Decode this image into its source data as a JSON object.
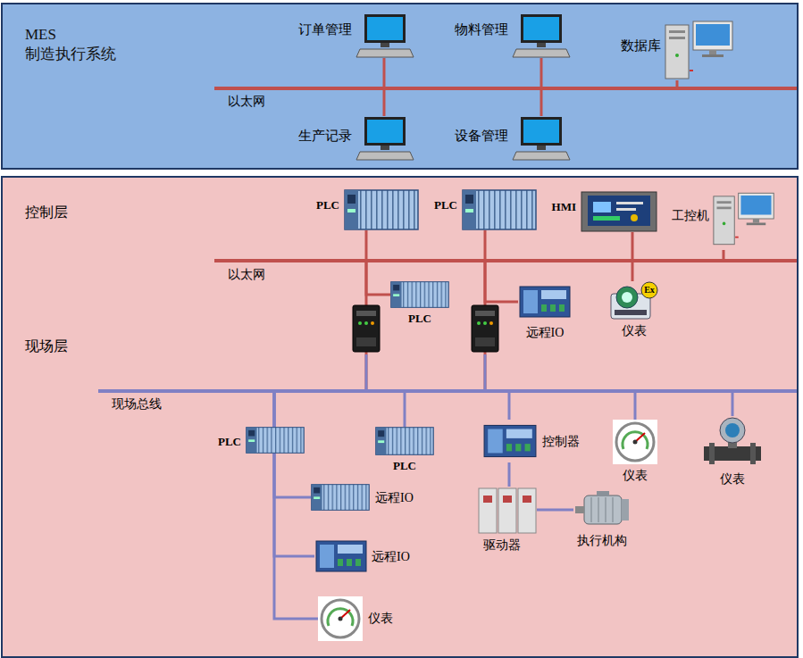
{
  "diagram": {
    "nodes": [
      {
        "text": [
          "MES 制造执行系统"
        ]
      },
      {
        "text": [
          "订单管理"
        ],
        "in": 0
      },
      {
        "text": [
          "物料管理"
        ],
        "in": 0
      },
      {
        "text": [
          "数据库"
        ],
        "in": 0
      },
      {
        "text": [
          "以太网"
        ],
        "in": 0
      },
      {
        "text": [
          "生产记录"
        ],
        "in": 0
      },
      {
        "text": [
          "设备管理"
        ],
        "in": 0
      },
      {
        "text": [
          "控制层",
          "现场层"
        ]
      },
      {
        "text": [
          "PLC"
        ],
        "in": 7
      },
      {
        "text": [
          "PLC"
        ],
        "in": 7
      },
      {
        "text": [
          "HMI"
        ],
        "in": 7
      },
      {
        "text": [
          "工控机"
        ],
        "in": 7
      },
      {
        "text": [
          "以太网"
        ],
        "in": 7
      },
      {
        "text": [
          "PLC"
        ],
        "in": 7
      },
      {
        "text": [
          "远程IO"
        ],
        "in": 7
      },
      {
        "text": [
          "仪表"
        ],
        "in": 7
      },
      {
        "text": [
          "现场总线"
        ],
        "in": 7
      },
      {
        "text": [
          "PLC"
        ],
        "in": 7
      },
      {
        "text": [
          "远程IO"
        ],
        "in": 7
      },
      {
        "text": [
          "远程IO"
        ],
        "in": 7
      },
      {
        "text": [
          "仪表"
        ],
        "in": 7
      },
      {
        "text": [
          "PLC"
        ],
        "in": 7
      },
      {
        "text": [
          "控制器"
        ],
        "in": 7
      },
      {
        "text": [
          "驱动器"
        ],
        "in": 7
      },
      {
        "text": [
          "执行机构"
        ],
        "in": 7
      },
      {
        "text": [
          "仪表"
        ],
        "in": 7
      },
      {
        "text": [
          "仪表"
        ],
        "in": 7
      }
    ],
    "edges": [
      {
        "from": 1,
        "to": 4,
        "arrow": "none"
      },
      {
        "from": 2,
        "to": 4,
        "arrow": "none"
      },
      {
        "from": 3,
        "to": 4,
        "arrow": "none"
      },
      {
        "from": 4,
        "to": 5,
        "arrow": "none"
      },
      {
        "from": 4,
        "to": 6,
        "arrow": "none"
      },
      {
        "from": 8,
        "to": 12,
        "arrow": "none"
      },
      {
        "from": 9,
        "to": 12,
        "arrow": "none"
      },
      {
        "from": 10,
        "to": 12,
        "arrow": "none"
      },
      {
        "from": 11,
        "to": 12,
        "arrow": "none"
      },
      {
        "from": 12,
        "to": 13,
        "arrow": "none"
      },
      {
        "from": 12,
        "to": 14,
        "arrow": "none"
      },
      {
        "from": 12,
        "to": 15,
        "arrow": "none"
      },
      {
        "from": 12,
        "to": 16,
        "arrow": "none"
      },
      {
        "from": 12,
        "to": 16,
        "arrow": "none"
      },
      {
        "from": 16,
        "to": 17,
        "arrow": "none"
      },
      {
        "from": 16,
        "to": 18,
        "arrow": "none"
      },
      {
        "from": 16,
        "to": 19,
        "arrow": "none"
      },
      {
        "from": 16,
        "to": 20,
        "arrow": "none"
      },
      {
        "from": 16,
        "to": 21,
        "arrow": "none"
      },
      {
        "from": 16,
        "to": 22,
        "arrow": "none"
      },
      {
        "from": 22,
        "to": 23,
        "arrow": "none"
      },
      {
        "from": 23,
        "to": 24,
        "arrow": "none"
      },
      {
        "from": 16,
        "to": 25,
        "arrow": "none"
      },
      {
        "from": 16,
        "to": 26,
        "arrow": "none"
      }
    ],
    "labels": [
      "Ex"
    ]
  }
}
